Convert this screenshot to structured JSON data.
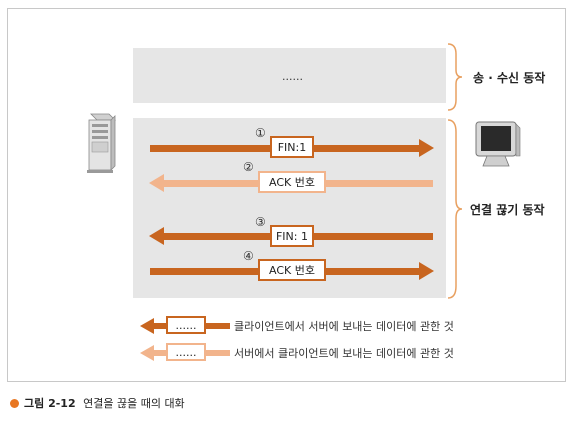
{
  "top_panel": {
    "dots": "......"
  },
  "labels": {
    "send_receive": "송 · 수신 동작",
    "disconnect": "연결 끊기 동작"
  },
  "messages": [
    {
      "num": "①",
      "text": "FIN:1"
    },
    {
      "num": "②",
      "text": "ACK 번호"
    },
    {
      "num": "③",
      "text": "FIN: 1"
    },
    {
      "num": "④",
      "text": "ACK 번호"
    }
  ],
  "legend": [
    {
      "box": "......",
      "text": "클라이언트에서 서버에 보내는 데이터에 관한 것",
      "color": "#c8651f"
    },
    {
      "box": "......",
      "text": "서버에서 클라이언트에 보내는 데이터에 관한 것",
      "color": "#f2b48c"
    }
  ],
  "caption": {
    "lead": "그림 2-12",
    "text": "연결을 끊을 때의 대화"
  },
  "icons": [
    "server-icon",
    "monitor-icon",
    "caption-bullet-icon"
  ]
}
